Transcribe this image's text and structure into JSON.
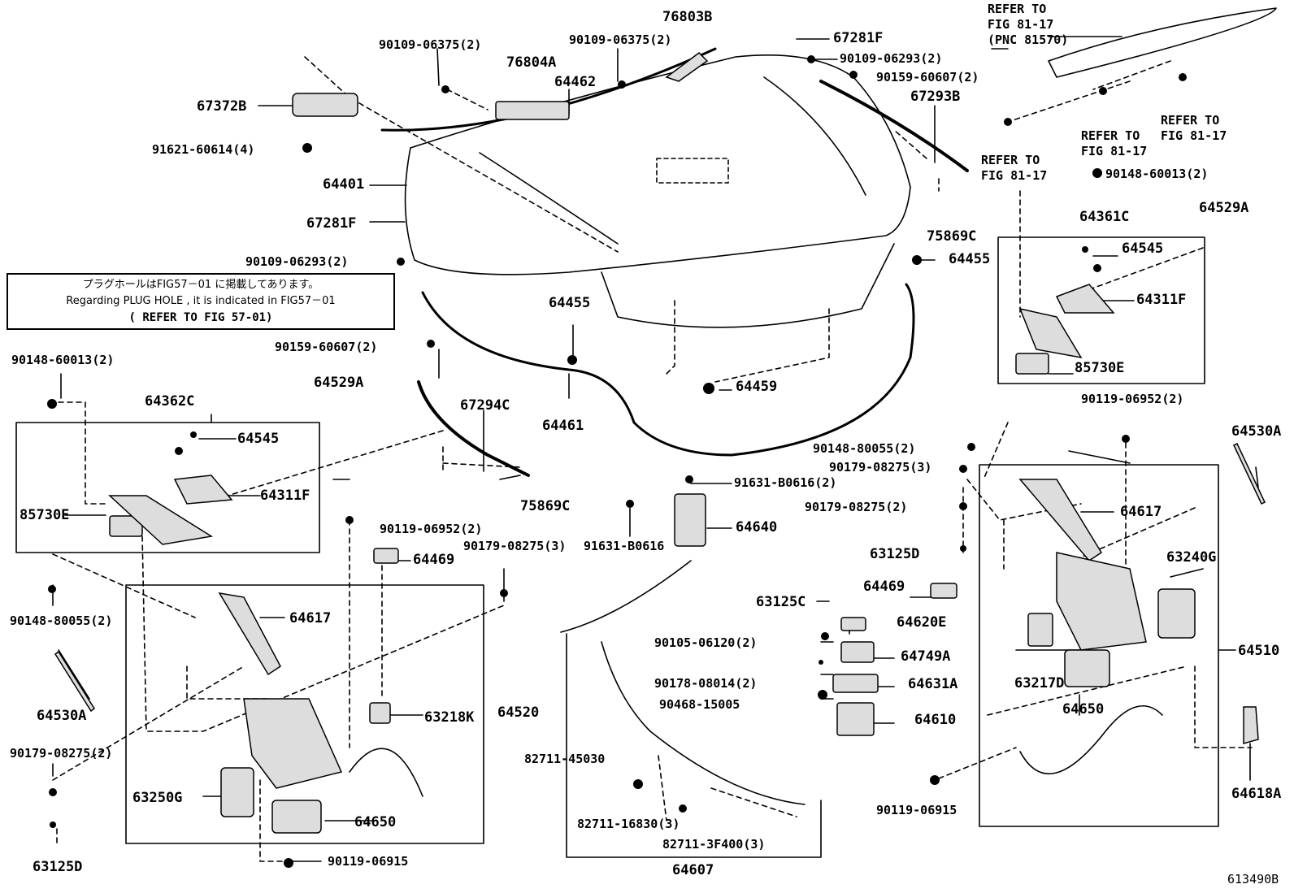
{
  "note": {
    "line1": "プラグホールはFIG57－01 に掲載してあります。",
    "line2": "Regarding PLUG HOLE , it is indicated in FIG57－01",
    "line3": "( REFER TO FIG 57-01)"
  },
  "refers": {
    "r1": "REFER TO\nFIG 81-17\n(PNC 81570)",
    "r2": "REFER TO\nFIG 81-17",
    "r3": "REFER TO\nFIG 81-17",
    "r4": "REFER TO\nFIG 81-17"
  },
  "figure_code": "613490B",
  "parts": {
    "p76803B": "76803B",
    "p90109_06375a": "90109-06375(2)",
    "p90109_06375b": "90109-06375(2)",
    "p76804A": "76804A",
    "p64462": "64462",
    "p67372B": "67372B",
    "p91621_60614": "91621-60614(4)",
    "p64401": "64401",
    "p67281F_top": "67281F",
    "p90109_06293_top": "90109-06293(2)",
    "p90159_60607_top": "90159-60607(2)",
    "p67293B": "67293B",
    "p67281F_left": "67281F",
    "p90109_06293_left": "90109-06293(2)",
    "p75869C_right": "75869C",
    "p64455_right": "64455",
    "p64455_mid": "64455",
    "p90159_60607_left": "90159-60607(2)",
    "p64459": "64459",
    "p90148_60013_right": "90148-60013(2)",
    "p64361C": "64361C",
    "p64529A_right": "64529A",
    "p64545_right": "64545",
    "p64311F_right": "64311F",
    "p85730E_right": "85730E",
    "p90148_60013_left": "90148-60013(2)",
    "p64362C": "64362C",
    "p64529A_left": "64529A",
    "p64545_left": "64545",
    "p64311F_left": "64311F",
    "p85730E_left": "85730E",
    "p67294C": "67294C",
    "p64461": "64461",
    "p75869C_left": "75869C",
    "p90119_06952_left": "90119-06952(2)",
    "p90179_08275_mid": "90179-08275(3)",
    "p91631_B0616_a": "91631-B0616(2)",
    "p91631_B0616_b": "91631-B0616",
    "p64640": "64640",
    "p64469_left": "64469",
    "p90148_80055_left": "90148-80055(2)",
    "p64617_left": "64617",
    "p64530A_left": "64530A",
    "p63218K": "63218K",
    "p64520": "64520",
    "p90179_08275_left": "90179-08275(2)",
    "p63250G": "63250G",
    "p64650_left": "64650",
    "p63125D_left": "63125D",
    "p90119_06915_left": "90119-06915",
    "p90148_80055_right": "90148-80055(2)",
    "p90179_08275_r3": "90179-08275(3)",
    "p90179_08275_r2": "90179-08275(2)",
    "p63125D_right": "63125D",
    "p64469_right": "64469",
    "p63125C": "63125C",
    "p64620E": "64620E",
    "p90105_06120": "90105-06120(2)",
    "p64749A": "64749A",
    "p90178_08014": "90178-08014(2)",
    "p64631A": "64631A",
    "p90468_15005": "90468-15005",
    "p64610": "64610",
    "p82711_45030": "82711-45030",
    "p82711_16830": "82711-16830(3)",
    "p82711_3F400": "82711-3F400(3)",
    "p64607": "64607",
    "p90119_06952_right": "90119-06952(2)",
    "p64530A_right": "64530A",
    "p64617_right": "64617",
    "p63240G": "63240G",
    "p64510": "64510",
    "p63217D": "63217D",
    "p64650_right": "64650",
    "p90119_06915_right": "90119-06915",
    "p64618A": "64618A"
  }
}
